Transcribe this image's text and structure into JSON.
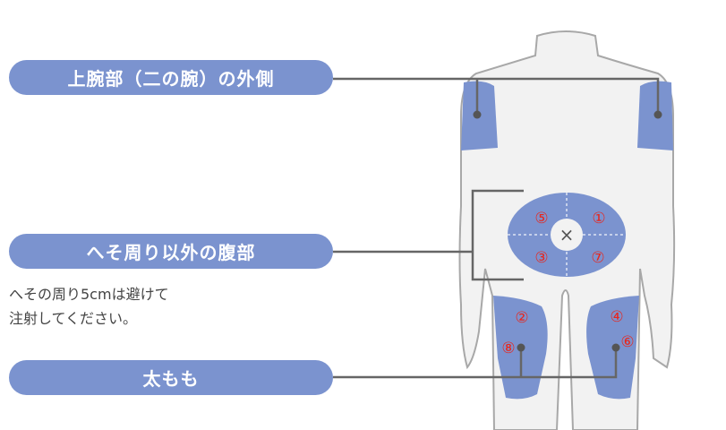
{
  "labels": {
    "upper_arm": "上腕部（二の腕）の外側",
    "abdomen": "へそ周り以外の腹部",
    "abdomen_note_line1": "へその周り5cmは避けて",
    "abdomen_note_line2": "注射してください。",
    "thigh": "太もも"
  },
  "sites": {
    "abdomen": [
      "⑤",
      "①",
      "③",
      "⑦"
    ],
    "thigh": [
      "②",
      "④",
      "⑧",
      "⑥"
    ],
    "navel_mark": "×"
  },
  "colors": {
    "region": "#7b93cf",
    "number": "#e8261c",
    "body": "#f2f2f2"
  }
}
